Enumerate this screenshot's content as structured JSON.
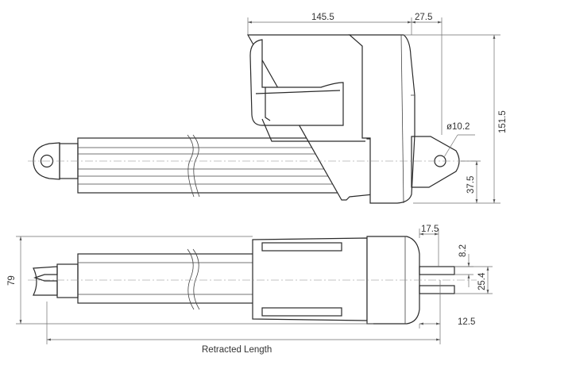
{
  "dimensions": {
    "motor_width": "145.5",
    "end_offset": "27.5",
    "total_height": "151.5",
    "pin_hole": "ø10.2",
    "pin_height": "37.5",
    "clevis_width": "17.5",
    "clevis_slot": "8.2",
    "clevis_depth": "25.4",
    "body_height": "79",
    "clevis_offset": "12.5",
    "retracted_length": "Retracted Length"
  },
  "colors": {
    "line": "#2a2a2a",
    "dimension": "#6e6e6e",
    "text": "#333333"
  }
}
